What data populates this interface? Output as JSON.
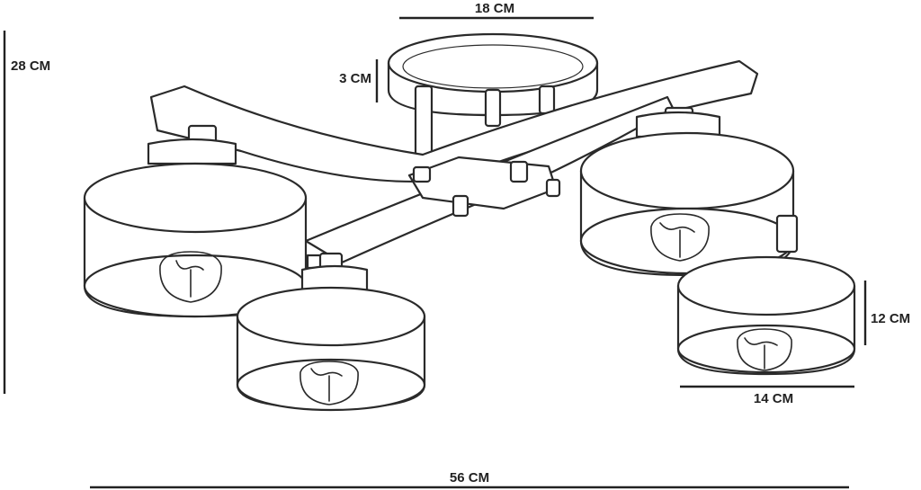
{
  "dimensions": {
    "ceiling_plate_width": "18 CM",
    "plate_height": "3 CM",
    "total_height": "28 CM",
    "shade_height": "12 CM",
    "shade_width": "14 CM",
    "total_width": "56 CM"
  },
  "colors": {
    "line": "#2a2a2a",
    "fill": "#ffffff"
  }
}
